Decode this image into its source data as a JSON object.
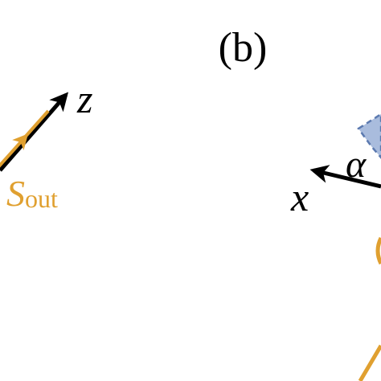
{
  "panel_label": "(b)",
  "labels": {
    "z_axis": "z",
    "x_axis": "x",
    "alpha": "α",
    "s_out_main": "S",
    "s_out_sub": "out"
  },
  "colors": {
    "black": "#000000",
    "orange": "#E0A030",
    "blue_fill": "#A9BCDD",
    "blue_dash": "#5C7AB0"
  }
}
